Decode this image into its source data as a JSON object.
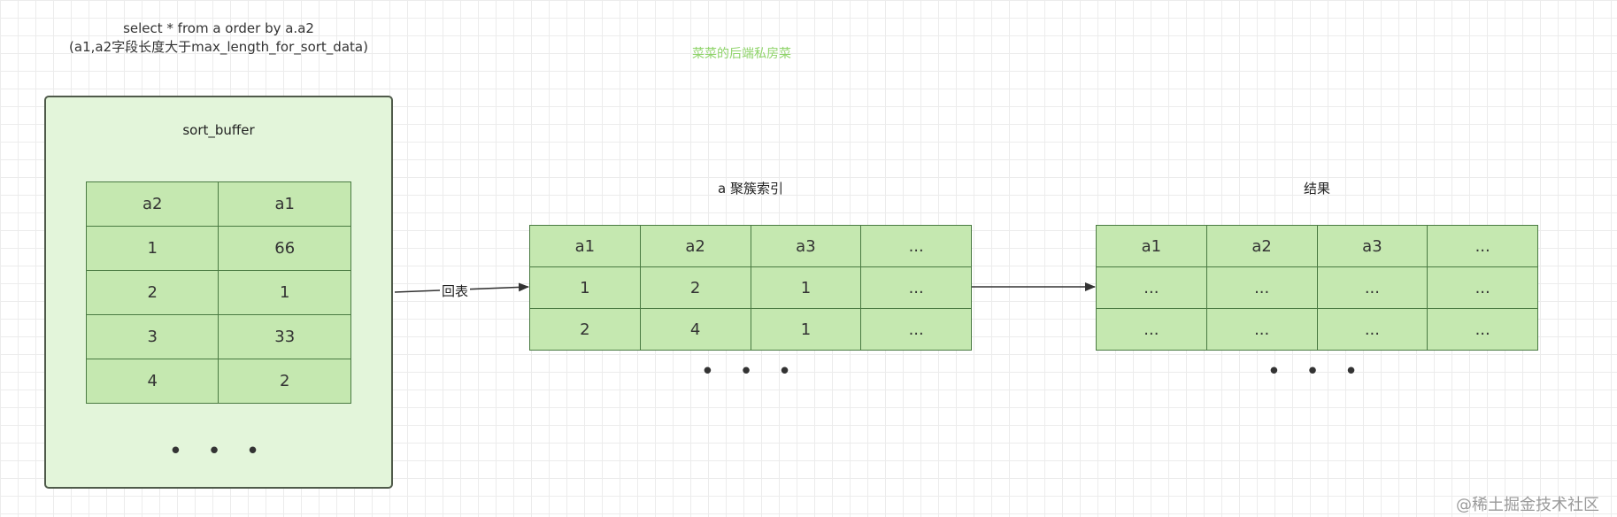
{
  "query": {
    "line1": "select * from a order by a.a2",
    "line2": "(a1,a2字段长度大于max_length_for_sort_data)"
  },
  "top_watermark": "菜菜的后端私房菜",
  "sort_buffer": {
    "title": "sort_buffer",
    "headers": [
      "a2",
      "a1"
    ],
    "rows": [
      [
        "1",
        "66"
      ],
      [
        "2",
        "1"
      ],
      [
        "3",
        "33"
      ],
      [
        "4",
        "2"
      ]
    ],
    "ellipsis": "• • •"
  },
  "arrow_label": "回表",
  "clustered_index": {
    "title": "a 聚簇索引",
    "headers": [
      "a1",
      "a2",
      "a3",
      "..."
    ],
    "rows": [
      [
        "1",
        "2",
        "1",
        "..."
      ],
      [
        "2",
        "4",
        "1",
        "..."
      ]
    ],
    "ellipsis": "• • •"
  },
  "result": {
    "title": "结果",
    "headers": [
      "a1",
      "a2",
      "a3",
      "..."
    ],
    "rows": [
      [
        "...",
        "...",
        "...",
        "..."
      ],
      [
        "...",
        "...",
        "...",
        "..."
      ]
    ],
    "ellipsis": "• • •"
  },
  "footer_watermark": "@稀土掘金技术社区",
  "colors": {
    "cell_fill": "#c5e8b0",
    "cell_border": "#4a7a42",
    "box_fill": "#e3f5da",
    "watermark_green": "#8fd46a"
  }
}
